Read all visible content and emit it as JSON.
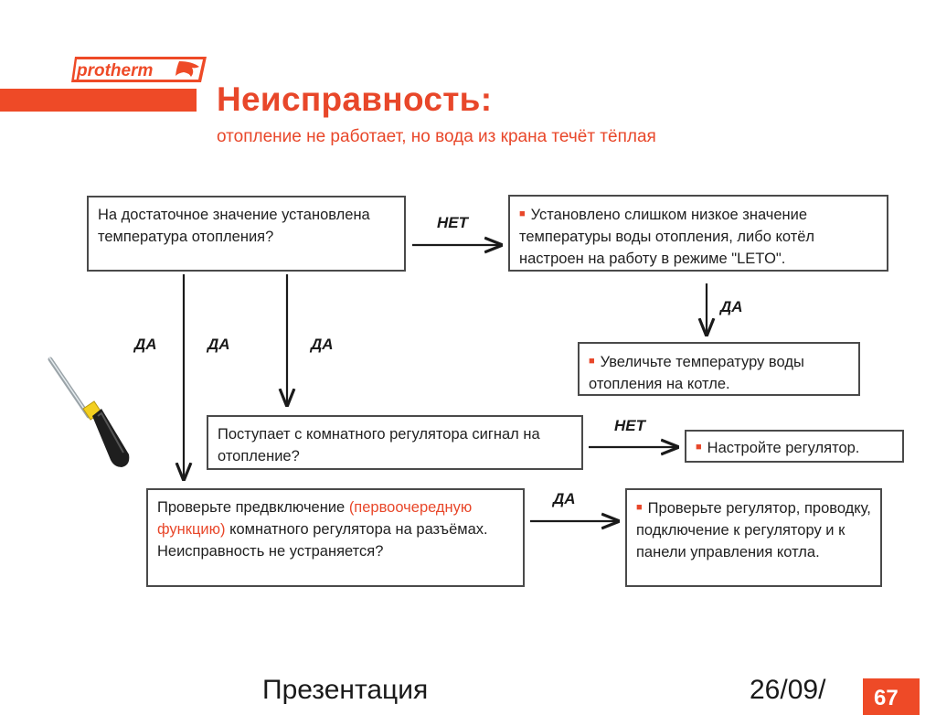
{
  "logo": {
    "text": "protherm"
  },
  "header": {
    "title": "Неисправность:",
    "subtitle": "отопление не работает, но вода из крана течёт тёплая"
  },
  "boxes": {
    "q1": "На достаточное значение установлена температура отопления?",
    "r1": "Установлено слишком низкое значение температуры воды отопления, либо котёл настроен на работу в режиме \"LETO\".",
    "r2": "Увеличьте температуру воды отопления на котле.",
    "q2": "Поступает с комнатного регулятора сигнал на отопление?",
    "r3": "Настройте регулятор.",
    "q3_before": "Проверьте предвключение ",
    "q3_highlight": "(первоочередную функцию)",
    "q3_after": " комнатного регулятора на разъёмах. Неисправность не устраняется?",
    "r4": "Проверьте регулятор, проводку, подключение к регулятору и к панели управления котла."
  },
  "labels": {
    "no1": "НЕТ",
    "yes_r1": "ДА",
    "yes_left1": "ДА",
    "yes_left2": "ДА",
    "yes_left3": "ДА",
    "no2": "НЕТ",
    "yes_q3": "ДА"
  },
  "footer": {
    "left": "Презентация",
    "right": "26/09/",
    "page": "67"
  },
  "colors": {
    "accent": "#e8472a",
    "box_border": "#4a4a4a",
    "text": "#1f1f1f"
  },
  "icons": {
    "tool": "screwdriver-icon",
    "bullet": "square-bullet-icon",
    "logo_mark": "dragon-icon"
  }
}
